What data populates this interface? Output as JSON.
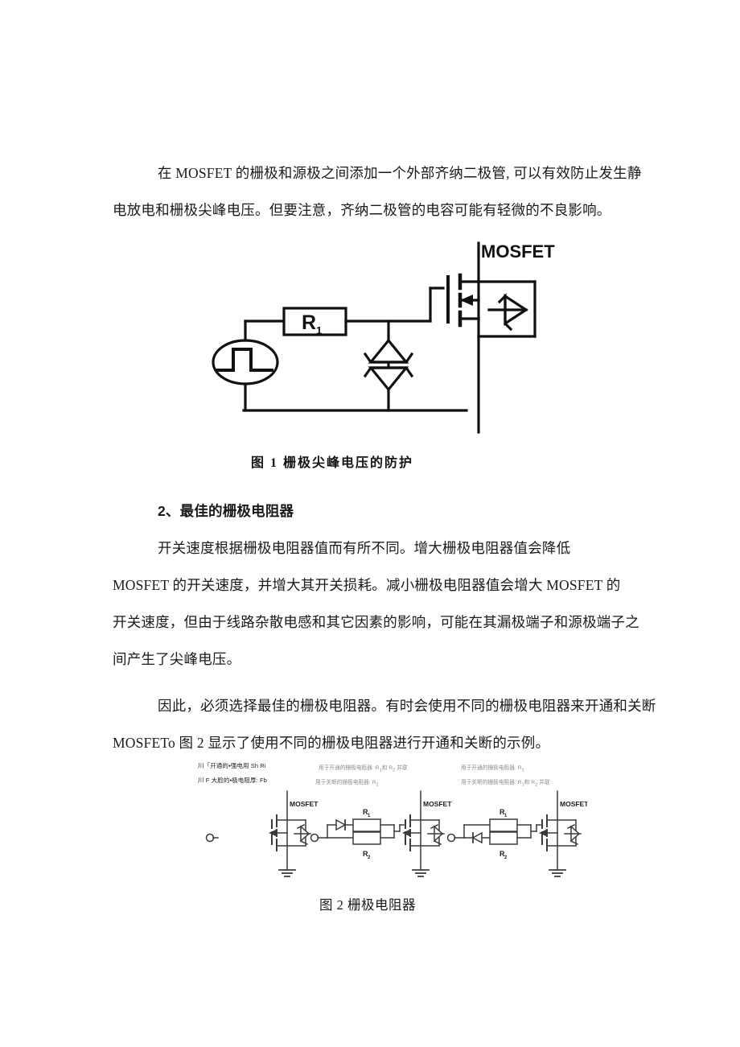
{
  "document": {
    "language": "zh-CN",
    "paragraphs": [
      {
        "id": "p1",
        "lines": [
          "在 MOSFET 的栅极和源极之间添加一个外部齐纳二极管, 可以有效防止发生静",
          "电放电和栅极尖峰电压。但要注意，齐纳二极管的电容可能有轻微的不良影响。"
        ]
      },
      {
        "id": "p2-heading",
        "lines": [
          "2、最佳的栅极电阻器"
        ]
      },
      {
        "id": "p3",
        "lines": [
          "开关速度根据栅极电阻器值而有所不同。增大栅极电阻器值会降低",
          "MOSFET 的开关速度，并增大其开关损耗。减小栅极电阻器值会增大 MOSFET 的",
          "开关速度，但由于线路杂散电感和其它因素的影响，可能在其漏极端子和源极端子之",
          "间产生了尖峰电压。"
        ]
      },
      {
        "id": "p4",
        "lines": [
          "因此，必须选择最佳的栅极电阻器。有时会使用不同的栅极电阻器来开通和关断",
          "MOSFETo 图 2 显示了使用不同的栅极电阻器进行开通和关断的示例。"
        ]
      }
    ]
  },
  "figure1": {
    "caption": "图 1 栅极尖峰电压的防护",
    "labels": {
      "mosfet": "MOSFET",
      "resistor": "R",
      "resistor_sub": "1"
    },
    "components": [
      "pulse-voltage-source",
      "gate-resistor-R1",
      "bidirectional-zener-diode",
      "n-channel-mosfet",
      "body-diode"
    ]
  },
  "figure2": {
    "caption": "图 2 栅极电阻器",
    "annotations": {
      "left": [
        "川「开通的▪强电用 Sh Ri",
        "川 F 大脸的▪极电阻厚: Fb"
      ],
      "middle": [
        {
          "prefix": "用于开通的栅极电阻器: R",
          "sub1": "1",
          "mid": "和 R",
          "sub2": "2",
          "suffix": " 并联"
        },
        {
          "prefix": "用于关断的栅极电阻器: R",
          "sub1": "2",
          "mid": "",
          "sub2": "",
          "suffix": ""
        }
      ],
      "right": [
        {
          "prefix": "用于开通的栅极电阻器: R",
          "sub1": "1",
          "mid": "",
          "sub2": "",
          "suffix": ""
        },
        {
          "prefix": "用于关断的栅极电阻器: R",
          "sub1": "1",
          "mid": "和 R",
          "sub2": "2",
          "suffix": " 并联"
        }
      ]
    },
    "circuits": [
      {
        "id": "circuit-1",
        "mosfet_label": "MOSFET",
        "description": "bare-mosfet-with-gate-terminal"
      },
      {
        "id": "circuit-2",
        "mosfet_label": "MOSFET",
        "resistors": [
          {
            "label": "R",
            "sub": "1"
          },
          {
            "label": "R",
            "sub": "2"
          }
        ],
        "description": "diode-in-series-with-R1-top-branch"
      },
      {
        "id": "circuit-3",
        "mosfet_label": "MOSFET",
        "resistors": [
          {
            "label": "R",
            "sub": "1"
          },
          {
            "label": "R",
            "sub": "2"
          }
        ],
        "description": "diode-in-series-with-R2-bottom-branch"
      }
    ]
  },
  "colors": {
    "ink": "#1a1a1a",
    "line": "#111111",
    "faded": "#8b8b88",
    "page": "#ffffff"
  }
}
